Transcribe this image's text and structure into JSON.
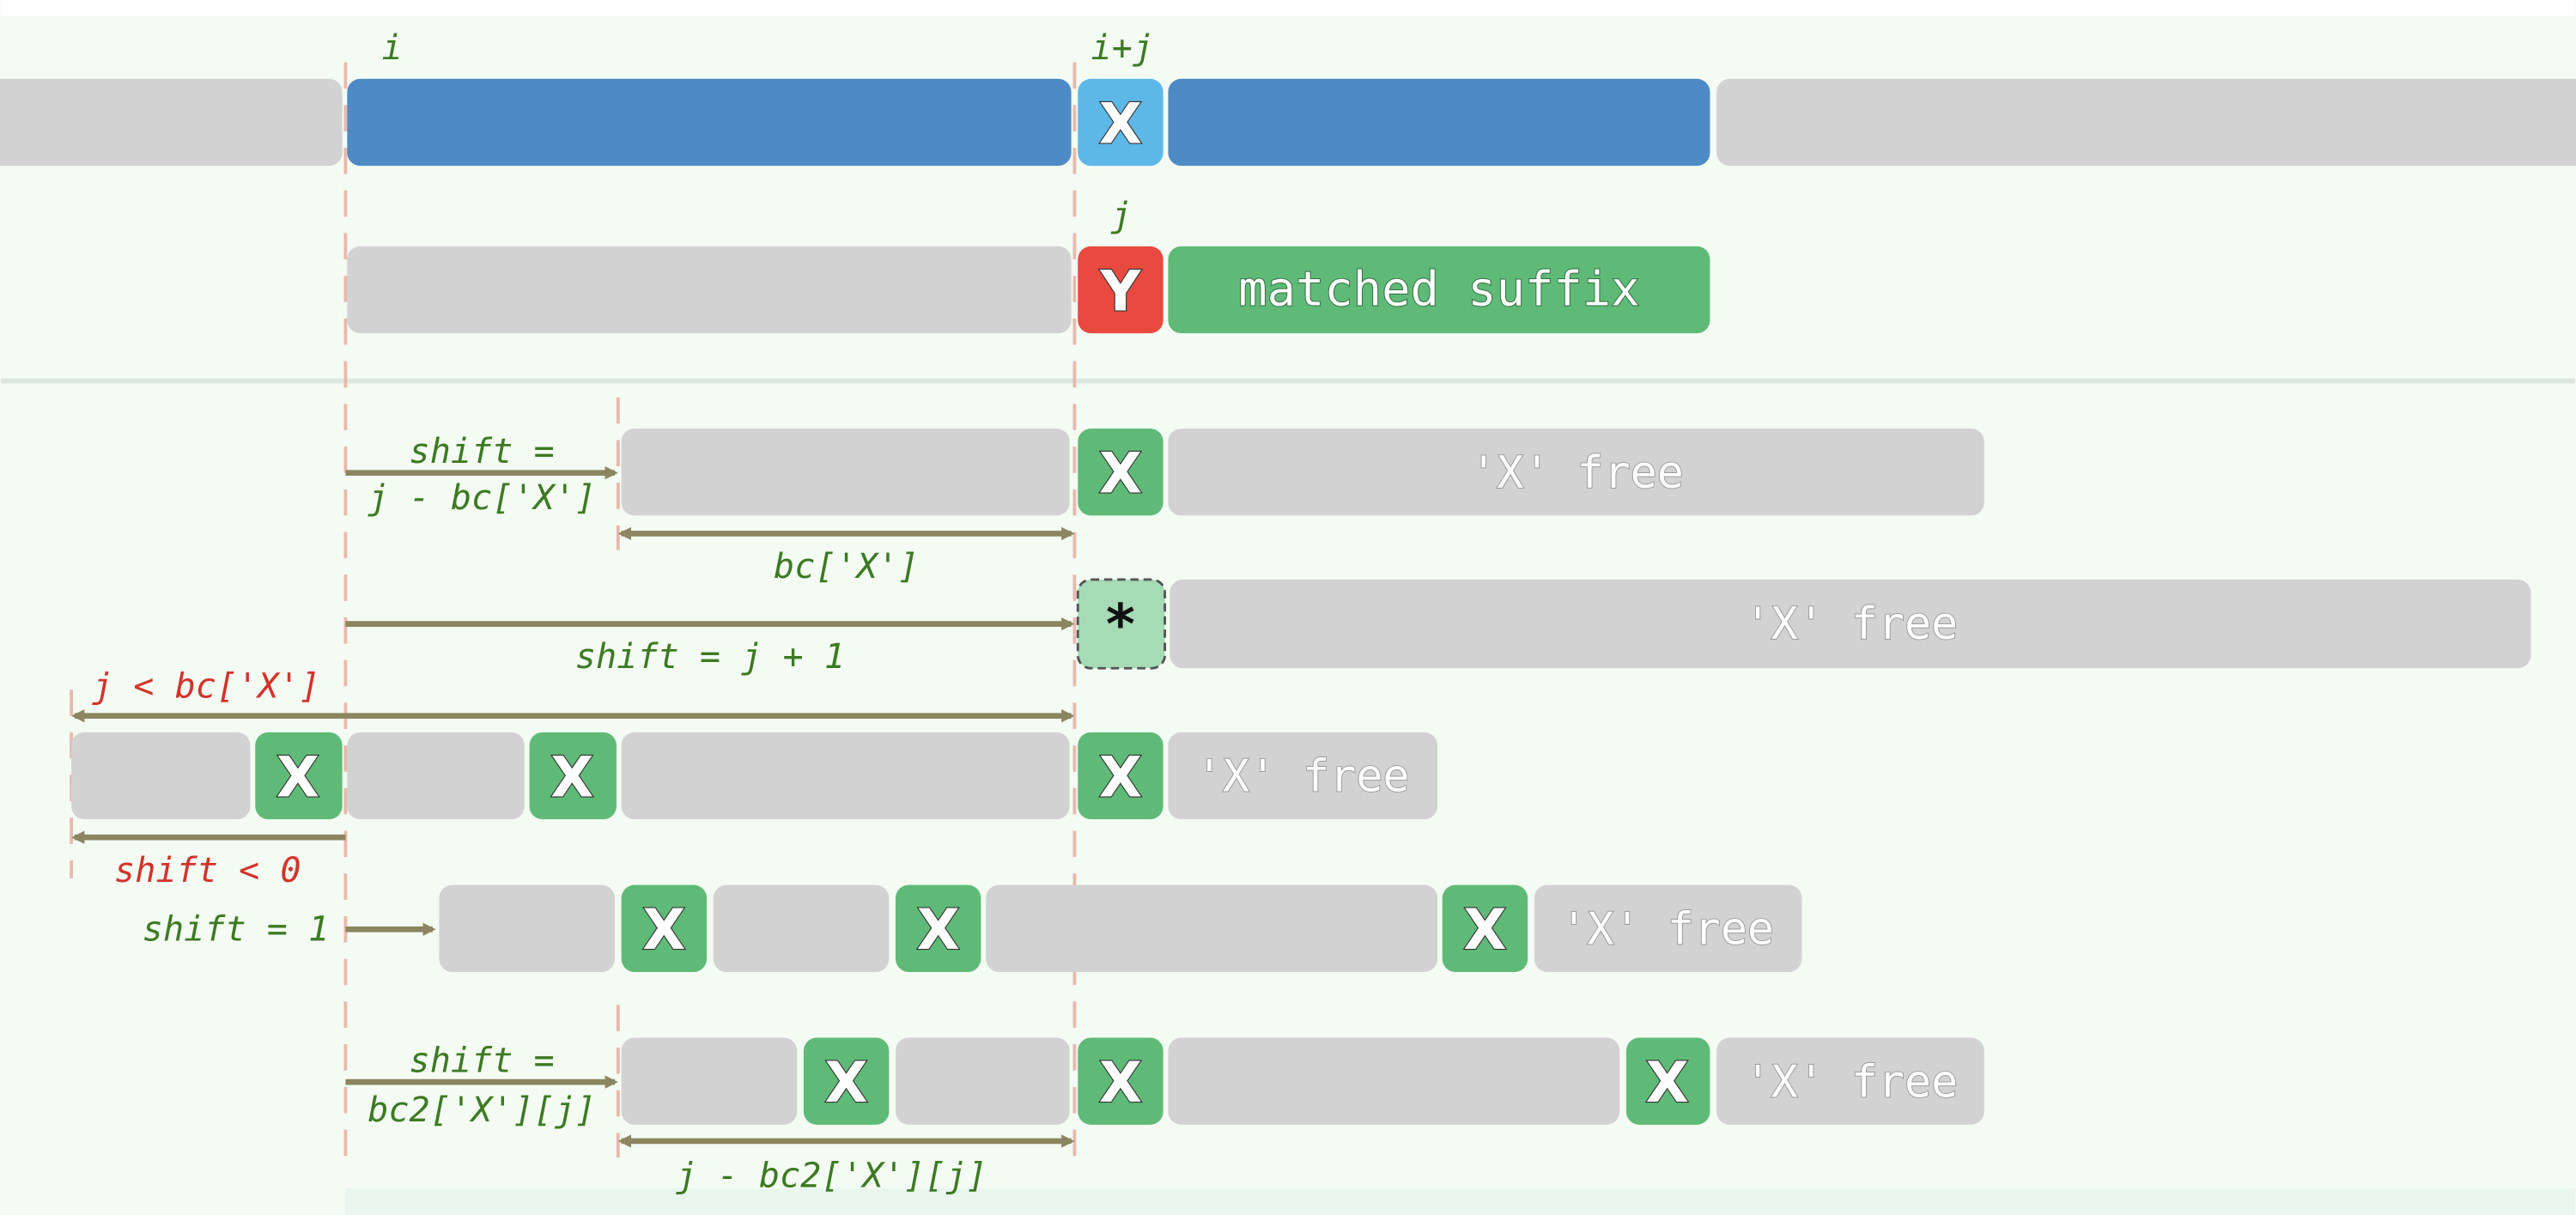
{
  "labels": {
    "i": "i",
    "i_plus_j": "i+j",
    "j": "j",
    "shift_eq": "shift =",
    "j_minus_bc": "j - bc['X']",
    "bc_x": "bc['X']",
    "shift_j_plus_1": "shift = j + 1",
    "j_lt_bc": "j < bc['X']",
    "shift_lt_0": "shift < 0",
    "shift_eq_1": "shift = 1",
    "shift_eq_2": "shift =",
    "bc2_x_j": "bc2['X'][j]",
    "j_minus_bc2": "j - bc2['X'][j]"
  },
  "cells": {
    "x": "X",
    "y": "Y",
    "star": "*",
    "matched_suffix": "matched suffix",
    "x_free": "'X' free"
  },
  "colors": {
    "text_block": "#4e8ac6",
    "mismatch_char": "#5db8e8",
    "mismatch_pattern": "#e84a40",
    "match": "#5fba77",
    "empty": "#d2d2d2",
    "arrow": "#8b8660",
    "label_green": "#3c7a22",
    "label_red": "#d2332b"
  }
}
